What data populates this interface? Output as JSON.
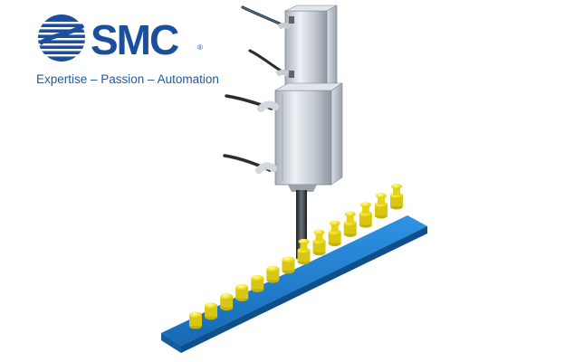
{
  "brand": {
    "name": "SMC",
    "registered_mark": "®",
    "tagline": "Expertise – Passion – Automation",
    "color": "#1a4f9c"
  },
  "illustration": {
    "subject": "pneumatic-cylinder-over-pin-rail",
    "pin_count": 14,
    "colors": {
      "rail": "#1e7fd1",
      "pins": "#f2e21c",
      "cylinder": "#c9ced6",
      "hoses": "#2a2d33"
    }
  }
}
